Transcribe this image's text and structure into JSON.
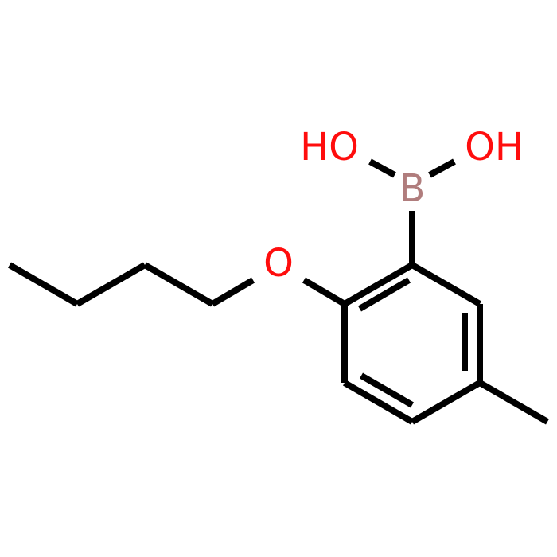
{
  "molecule": {
    "atoms": {
      "hydroxyl_left": "HO",
      "hydroxyl_right": "OH",
      "boron": "B",
      "ether_oxygen": "O"
    },
    "colors": {
      "oxygen": "#ff0d0d",
      "boron": "#b07d7d",
      "bond": "#000000",
      "background": "#ffffff"
    }
  }
}
